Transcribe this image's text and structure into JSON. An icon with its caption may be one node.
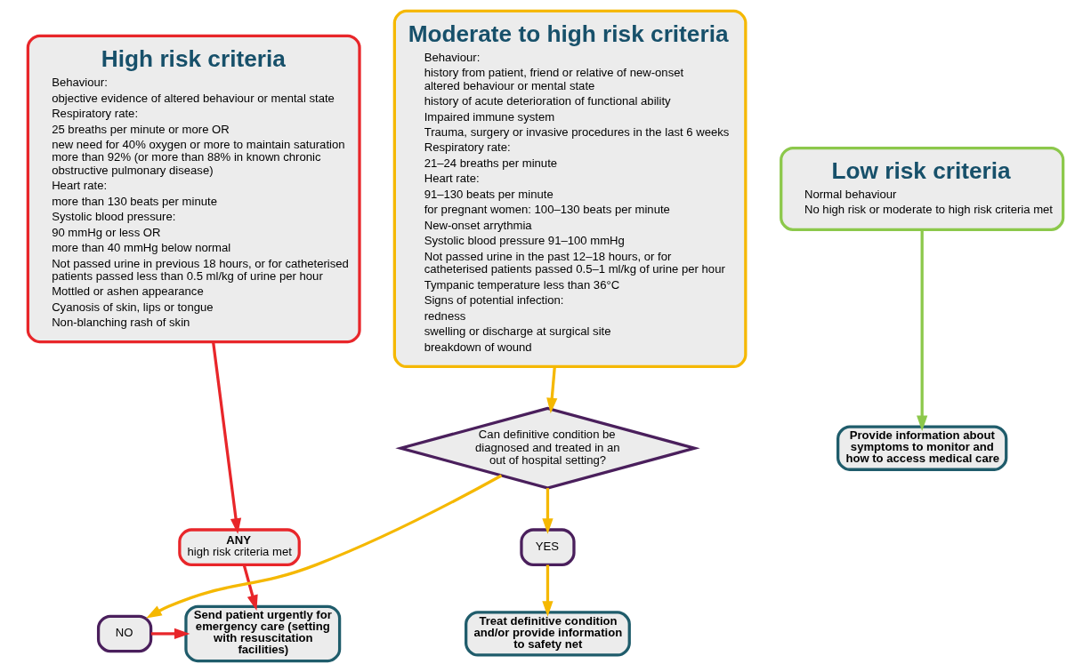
{
  "diagram": {
    "nodes": [
      {
        "text": [
          "High risk criteria",
          "Behaviour:",
          "objective evidence of altered behaviour or mental state",
          "Respiratory rate:",
          "25 breaths per minute or more OR",
          "new need for 40% oxygen or more to maintain saturation more than 92% (or more than 88% in known chronic obstructive pulmonary disease)",
          "Heart rate:",
          "more than 130 beats per minute",
          "Systolic blood pressure:",
          "90 mmHg or less OR",
          "more than 40 mmHg below normal",
          "Not passed urine in previous 18 hours, or for catheterised patients passed less than 0.5 ml/kg of urine per hour",
          "Mottled or ashen appearance",
          "Cyanosis of skin, lips or tongue",
          "Non-blanching rash of skin"
        ]
      },
      {
        "text": [
          "Moderate to high risk criteria",
          "Behaviour:",
          "history from patient, friend or relative of new-onset altered behaviour or mental state",
          "history of acute deterioration of functional ability",
          "Impaired immune system",
          "Trauma, surgery or invasive procedures in the last 6 weeks",
          "Respiratory rate:",
          "21–24 breaths per minute",
          "Heart rate:",
          "91–130 beats per minute",
          "for pregnant women: 100–130 beats per minute",
          "New-onset arrythmia",
          "Systolic blood pressure 91–100 mmHg",
          "Not passed urine in the past 12–18 hours, or for catheterised patients passed 0.5–1 ml/kg of urine per hour",
          "Tympanic temperature less than 36°C",
          "Signs of potential infection:",
          "redness",
          "swelling or discharge at surgical site",
          "breakdown of wound"
        ]
      },
      {
        "text": [
          "Low risk criteria",
          "Normal behaviour",
          "No high risk or moderate to high risk criteria met"
        ]
      },
      {
        "text": [
          "ANY",
          "high risk criteria met"
        ]
      },
      {
        "text": [
          "Can definitive condition be diagnosed and treated in an out of hospital setting?"
        ]
      },
      {
        "text": [
          "YES"
        ]
      },
      {
        "text": [
          "NO"
        ]
      },
      {
        "text": [
          "Send patient urgently for emergency care (setting with resuscitation facilities)"
        ]
      },
      {
        "text": [
          "Treat definitive condition and/or provide information to safety net"
        ]
      },
      {
        "text": [
          "Provide information about symptoms to monitor and how to access medical care"
        ]
      }
    ],
    "edges": [
      {
        "from": 0,
        "to": 3,
        "arrow": "to",
        "color": "#e8262a"
      },
      {
        "from": 3,
        "to": 7,
        "arrow": "to",
        "color": "#e8262a"
      },
      {
        "from": 1,
        "to": 4,
        "arrow": "to",
        "color": "#f5b800"
      },
      {
        "from": 4,
        "to": 5,
        "arrow": "to",
        "color": "#f5b800"
      },
      {
        "from": 5,
        "to": 8,
        "arrow": "to",
        "color": "#f5b800"
      },
      {
        "from": 4,
        "to": 6,
        "arrow": "to",
        "color": "#f5b800"
      },
      {
        "from": 6,
        "to": 7,
        "arrow": "to",
        "color": "#e8262a"
      },
      {
        "from": 2,
        "to": 9,
        "arrow": "to",
        "color": "#8cc84b"
      }
    ]
  }
}
